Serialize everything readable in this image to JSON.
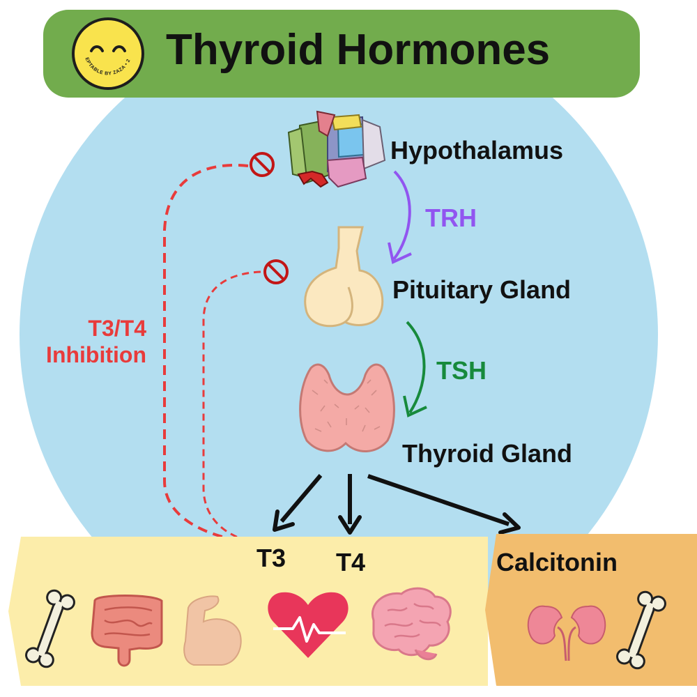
{
  "title": "Thyroid Hormones",
  "logo_text": "PREPTABLE BY ZAZA • 2020",
  "nodes": {
    "hypothalamus": "Hypothalamus",
    "pituitary": "Pituitary Gland",
    "thyroid": "Thyroid Gland"
  },
  "hormones": {
    "trh": "TRH",
    "tsh": "TSH",
    "t3": "T3",
    "t4": "T4",
    "calcitonin": "Calcitonin"
  },
  "feedback_label": [
    "T3/T4",
    "Inhibition"
  ],
  "colors": {
    "background_circle": "#b3def0",
    "title_bar": "#72ac4d",
    "trh": "#9155f0",
    "tsh": "#178a3c",
    "inhibition": "#e83b3b",
    "targets_box": "#fcedaa",
    "calcitonin_box": "#f2bd6e"
  },
  "target_icons": [
    "bone-icon",
    "intestine-icon",
    "muscle-arm-icon",
    "heart-icon",
    "brain-icon"
  ],
  "calcitonin_icons": [
    "kidney-icon",
    "bone-icon"
  ]
}
